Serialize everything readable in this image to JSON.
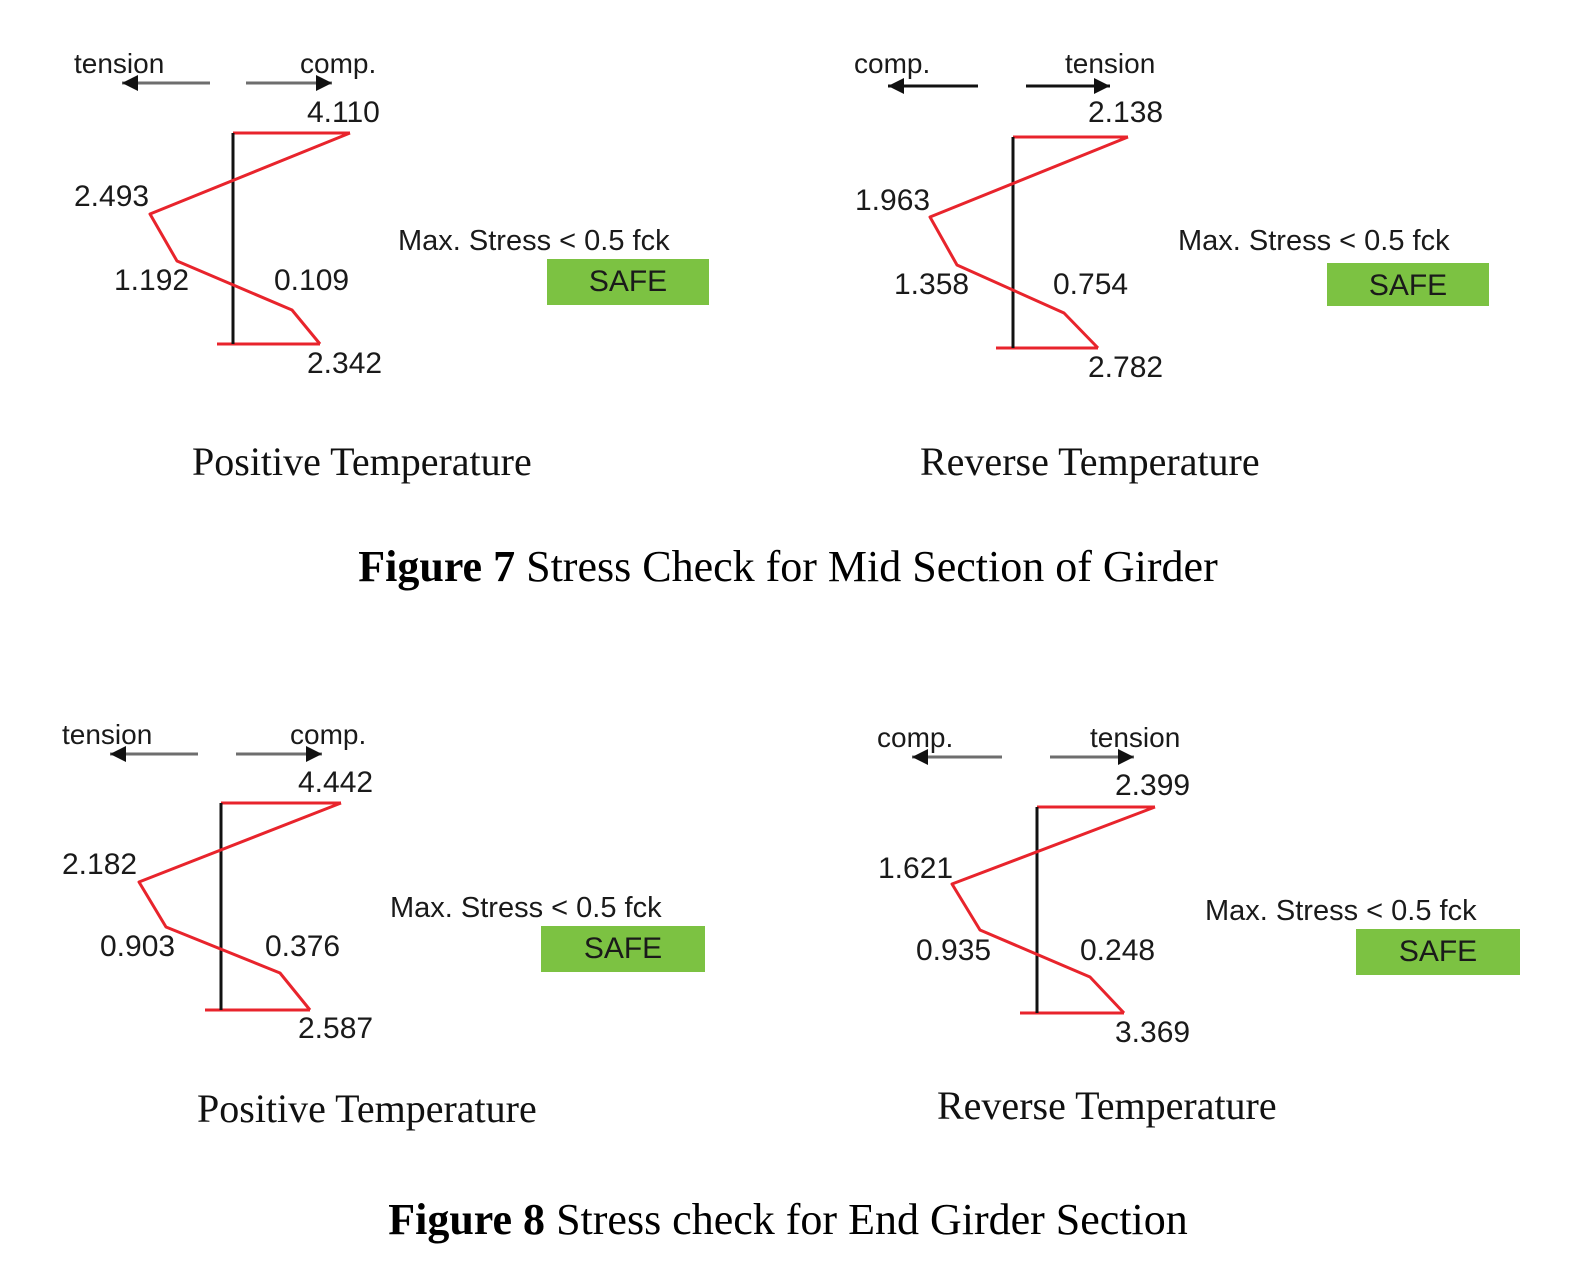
{
  "colors": {
    "stress_line": "#e8242c",
    "axis": "#111111",
    "arrow": "#6e6e6e",
    "safe_fill": "#7cc242"
  },
  "figures": [
    {
      "caption_number": "Figure 7",
      "caption_text": " Stress Check for Mid Section of Girder",
      "panels": [
        {
          "subtitle": "Positive Temperature",
          "left_arrow_label": "tension",
          "right_arrow_label": "comp.",
          "top_value": "4.110",
          "upper_left_value": "2.493",
          "lower_left_value": "1.192",
          "lower_right_value": "0.109",
          "bottom_value": "2.342",
          "check_text": "Max. Stress < 0.5 fck",
          "status": "SAFE"
        },
        {
          "subtitle": "Reverse Temperature",
          "left_arrow_label": "comp.",
          "right_arrow_label": "tension",
          "top_value": "2.138",
          "upper_left_value": "1.963",
          "lower_left_value": "1.358",
          "lower_right_value": "0.754",
          "bottom_value": "2.782",
          "check_text": "Max. Stress < 0.5 fck",
          "status": "SAFE"
        }
      ]
    },
    {
      "caption_number": "Figure 8",
      "caption_text": " Stress check for End Girder Section",
      "panels": [
        {
          "subtitle": "Positive Temperature",
          "left_arrow_label": "tension",
          "right_arrow_label": "comp.",
          "top_value": "4.442",
          "upper_left_value": "2.182",
          "lower_left_value": "0.903",
          "lower_right_value": "0.376",
          "bottom_value": "2.587",
          "check_text": "Max. Stress < 0.5 fck",
          "status": "SAFE"
        },
        {
          "subtitle": "Reverse Temperature",
          "left_arrow_label": "comp.",
          "right_arrow_label": "tension",
          "top_value": "2.399",
          "upper_left_value": "1.621",
          "lower_left_value": "0.935",
          "lower_right_value": "0.248",
          "bottom_value": "3.369",
          "check_text": "Max. Stress < 0.5 fck",
          "status": "SAFE"
        }
      ]
    }
  ]
}
